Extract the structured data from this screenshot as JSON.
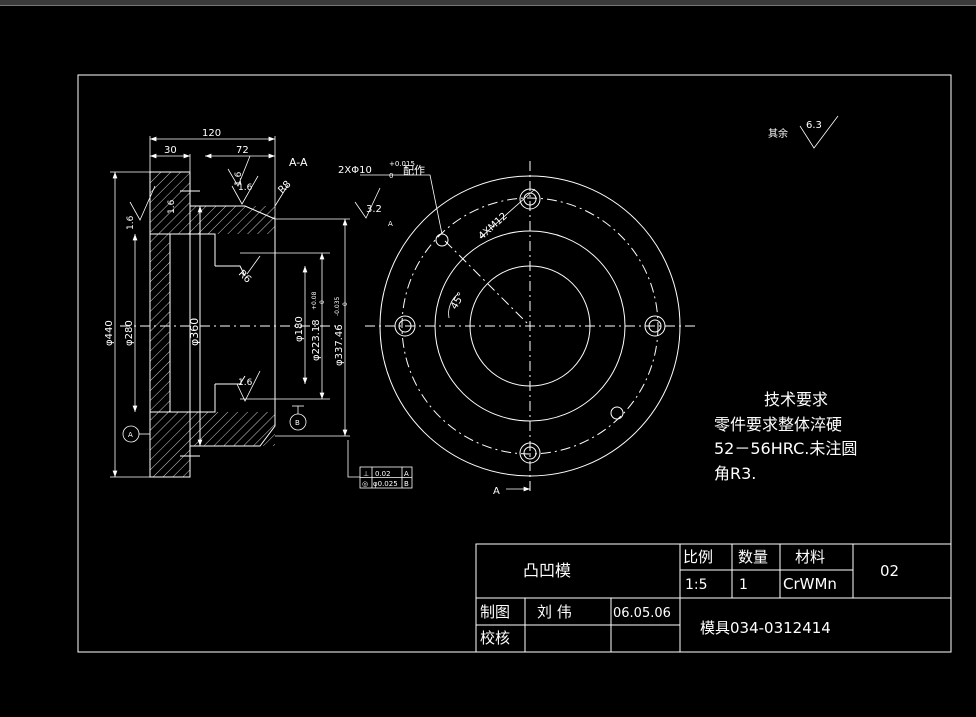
{
  "colors": {
    "background": "#000000",
    "stroke": "#ffffff"
  },
  "section_view": {
    "title": "A-A",
    "dims": {
      "top_overall": "120",
      "top_left": "30",
      "top_right": "72",
      "dia_440": "φ440",
      "dia_280": "φ280",
      "dia_360": "φ360",
      "dia_180": "φ180",
      "dia_223": "φ223.18",
      "dia_223_tol": "+0.08",
      "dia_223_tol2": "0",
      "dia_337": "φ337.46",
      "dia_337_tol": "-0.035",
      "dia_337_tol2": "0"
    },
    "roughness": [
      "1.6",
      "1.6",
      "1.6",
      "1.6",
      "1.6"
    ],
    "radii": [
      "R8",
      "R6"
    ],
    "datums": [
      "A",
      "B"
    ],
    "tolerance_frame": {
      "row1": [
        "⊥",
        "0.02",
        "A"
      ],
      "row2": [
        "◎",
        "φ0.025",
        "B"
      ]
    }
  },
  "plan_view": {
    "pin_note": "2XΦ10",
    "pin_tol_upper": "+0.015",
    "pin_tol_lower": "0",
    "pin_note_suffix": "配作",
    "pin_roughness": "3.2",
    "pin_marker": "A",
    "thread_note": "4XM12",
    "angle": "45°",
    "section_mark": "A"
  },
  "surface_note": {
    "label": "其余",
    "value": "6.3"
  },
  "tech_requirements": {
    "title": "技术要求",
    "lines": [
      "零件要求整体淬硬",
      "52－56HRC.未注圆",
      "角R3."
    ]
  },
  "title_block": {
    "part_name": "凸凹模",
    "scale_label": "比例",
    "qty_label": "数量",
    "material_label": "材料",
    "scale": "1:5",
    "qty": "1",
    "material": "CrWMn",
    "sheet_no": "02",
    "drawn_label": "制图",
    "drawer": "刘 伟",
    "date": "06.05.06",
    "checked_label": "校核",
    "drawing_no": "模具034-0312414"
  }
}
